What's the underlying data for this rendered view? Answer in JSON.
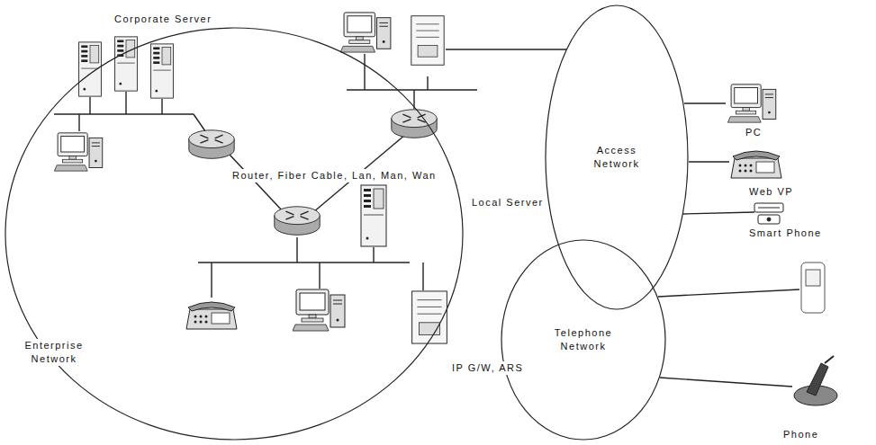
{
  "diagram": {
    "nodes": [
      {
        "text": [
          "Enterprise Network"
        ]
      },
      {
        "text": [
          "Access Network"
        ]
      },
      {
        "text": [
          "Telephone Network"
        ]
      }
    ],
    "labels": [
      "Corporate Server",
      "Router, Fiber Cable, Lan, Man, Wan",
      "Local Server",
      "IP G/W, ARS",
      "PC",
      "Web VP",
      "Smart Phone",
      "Phone"
    ]
  }
}
